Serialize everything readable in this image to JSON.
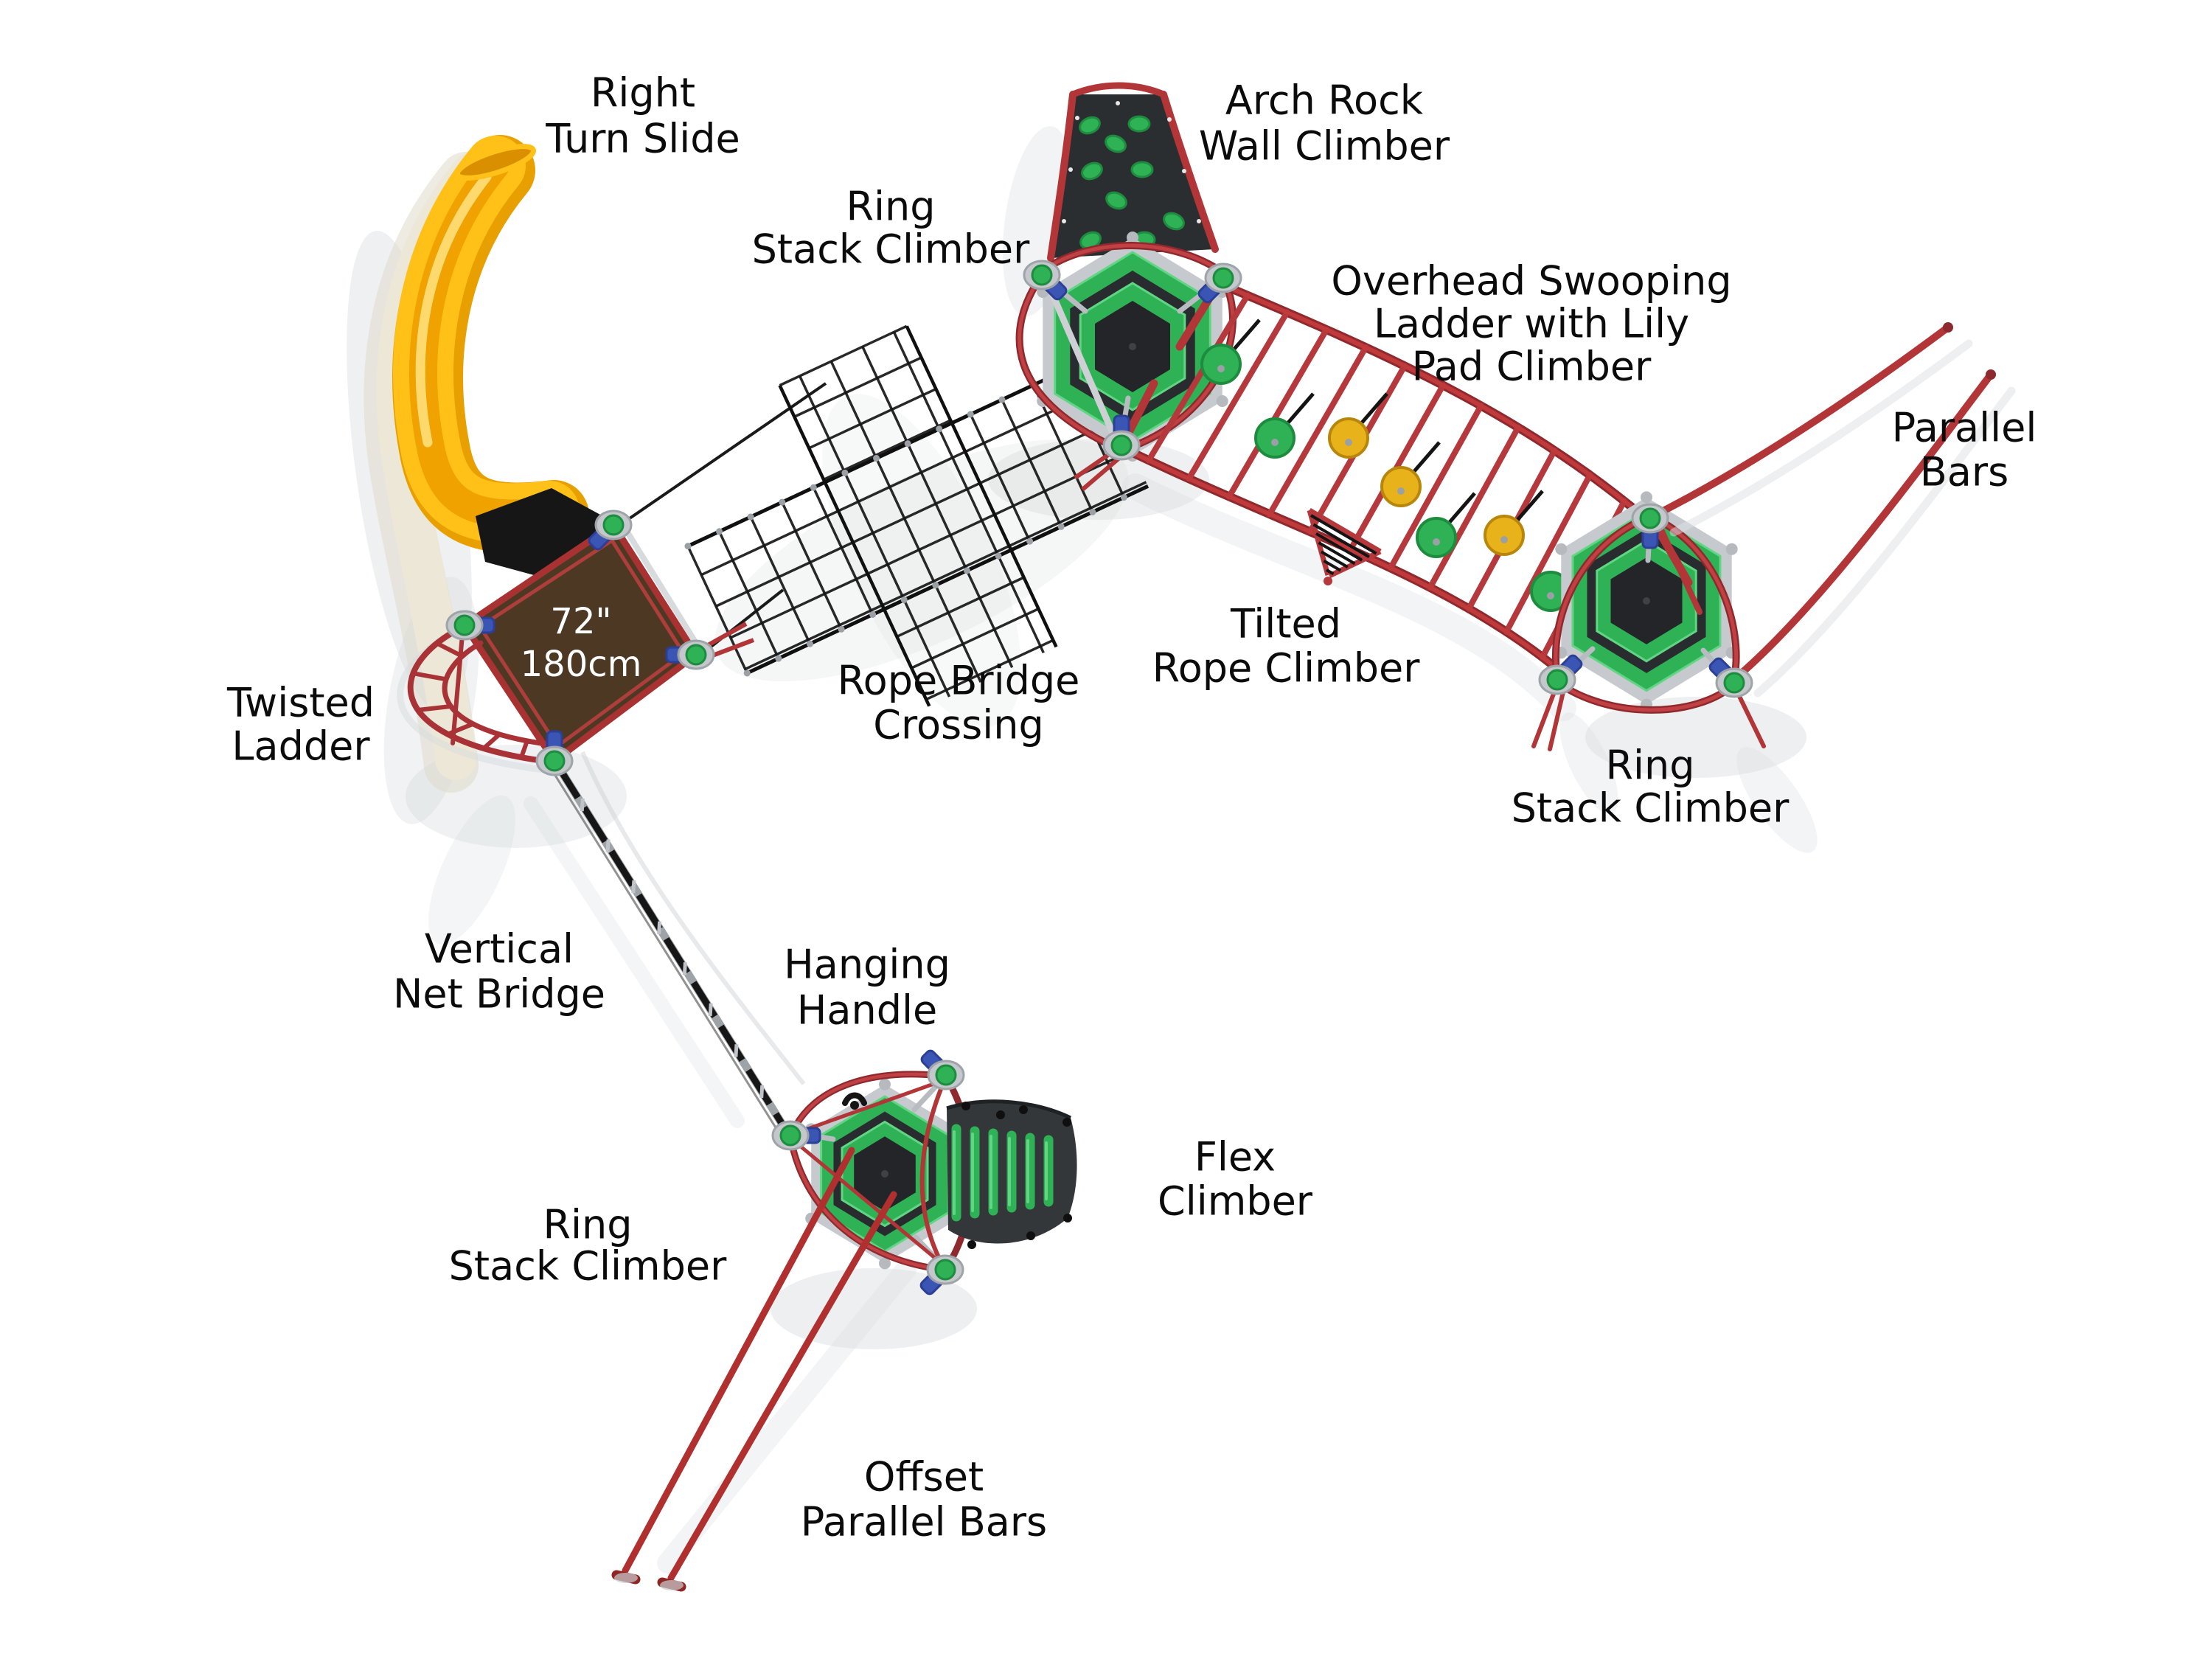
{
  "diagram": {
    "type": "playground-equipment-top-view-diagram",
    "background": "#ffffff",
    "deck_badge": {
      "lines": [
        "72\"",
        "180cm"
      ],
      "color": "#ffffff"
    },
    "labels": [
      {
        "id": "right-turn-slide",
        "lines": [
          "Right",
          "Turn Slide"
        ]
      },
      {
        "id": "arch-rock-wall",
        "lines": [
          "Arch Rock",
          "Wall Climber"
        ]
      },
      {
        "id": "ring-stack-top",
        "lines": [
          "Ring",
          "Stack Climber"
        ]
      },
      {
        "id": "overhead-swooping",
        "lines": [
          "Overhead Swooping",
          "Ladder with Lily",
          "Pad Climber"
        ]
      },
      {
        "id": "parallel-bars",
        "lines": [
          "Parallel",
          "Bars"
        ]
      },
      {
        "id": "tilted-rope",
        "lines": [
          "Tilted",
          "Rope Climber"
        ]
      },
      {
        "id": "ring-stack-right",
        "lines": [
          "Ring",
          "Stack Climber"
        ]
      },
      {
        "id": "twisted-ladder",
        "lines": [
          "Twisted",
          "Ladder"
        ]
      },
      {
        "id": "rope-bridge",
        "lines": [
          "Rope Bridge",
          "Crossing"
        ]
      },
      {
        "id": "vertical-net",
        "lines": [
          "Vertical",
          "Net Bridge"
        ]
      },
      {
        "id": "hanging-handle",
        "lines": [
          "Hanging",
          "Handle"
        ]
      },
      {
        "id": "ring-stack-bottom",
        "lines": [
          "Ring",
          "Stack Climber"
        ]
      },
      {
        "id": "flex-climber",
        "lines": [
          "Flex",
          "Climber"
        ]
      },
      {
        "id": "offset-parallel",
        "lines": [
          "Offset",
          "Parallel Bars"
        ]
      }
    ],
    "colors": {
      "red_tube": "#B23538",
      "red_dark": "#8E2A2E",
      "green": "#2FB155",
      "green_dark": "#1E8C3F",
      "yellow_slide": "#FFC117",
      "yellow_deep": "#EC9F00",
      "cream": "#ECE7D6",
      "deck_brown": "#4D3823",
      "panel_dark": "#2B2E31",
      "silver": "#C7CBCF",
      "blue_clamp": "#3B55B4",
      "rope_black": "#161616",
      "label_text": "#0b0b0b",
      "shadow": "#D6DADD"
    }
  }
}
